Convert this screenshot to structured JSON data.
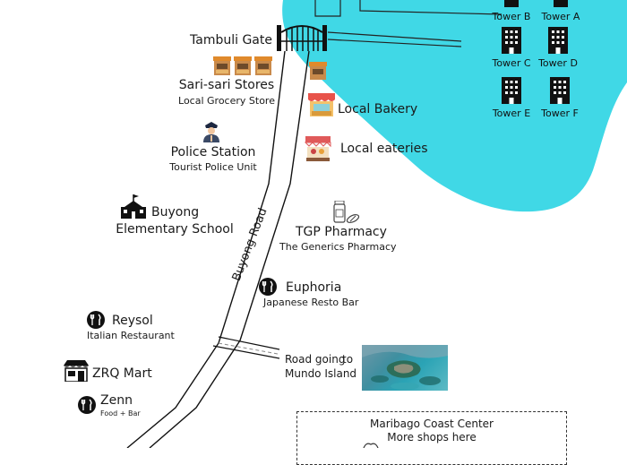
{
  "colors": {
    "sea": "#40d8e6",
    "road": "#111111",
    "text": "#1a1a1a"
  },
  "tambuli_gate": {
    "label": "Tambuli Gate",
    "icon": "gate-icon"
  },
  "towers": [
    {
      "label": "Tower B"
    },
    {
      "label": "Tower A"
    },
    {
      "label": "Tower C"
    },
    {
      "label": "Tower D"
    },
    {
      "label": "Tower E"
    },
    {
      "label": "Tower F"
    }
  ],
  "sari_sari": {
    "title": "Sari-sari Stores",
    "subtitle": "Local Grocery Store",
    "icon": "store-icon"
  },
  "police": {
    "title": "Police Station",
    "subtitle": "Tourist Police Unit",
    "icon": "police-officer-icon"
  },
  "school": {
    "title_line1": "Buyong",
    "title_line2": "Elementary School",
    "icon": "school-icon"
  },
  "bakery": {
    "title": "Local Bakery",
    "icon": "store-icon"
  },
  "eateries": {
    "title": "Local eateries",
    "icon": "food-stall-icon"
  },
  "pharmacy": {
    "title": "TGP Pharmacy",
    "subtitle": "The Generics Pharmacy",
    "icon": "medicine-icon"
  },
  "road_label": "Buyong Road",
  "euphoria": {
    "title": "Euphoria",
    "subtitle": "Japanese Resto Bar",
    "icon": "restaurant-icon"
  },
  "reysol": {
    "title": "Reysol",
    "subtitle": "Italian Restaurant",
    "icon": "restaurant-icon"
  },
  "zrq": {
    "title": "ZRQ Mart",
    "icon": "mart-icon"
  },
  "zenn": {
    "title": "Zenn",
    "subtitle": "Food + Bar",
    "icon": "restaurant-icon"
  },
  "mundo": {
    "line1": "Road going",
    "line2": "to",
    "line3": "Mundo Island"
  },
  "maribago": {
    "line1": "Maribago Coast Center",
    "line2": "More shops here"
  }
}
